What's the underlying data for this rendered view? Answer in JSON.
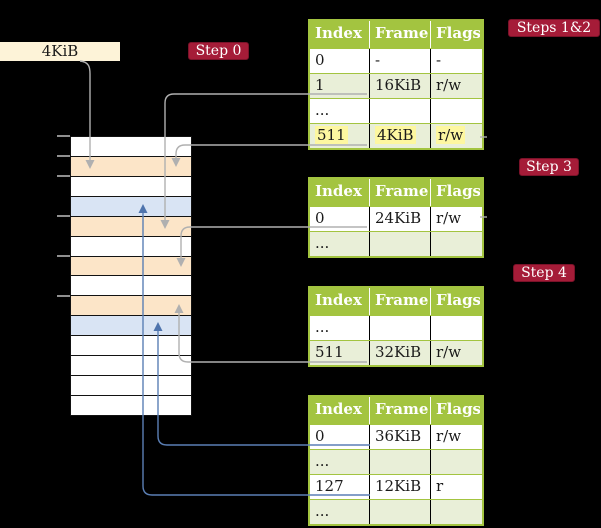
{
  "labels": {
    "size_box": "4KiB",
    "step0": "Step 0",
    "steps12": "Steps 1&2",
    "step3": "Step 3",
    "step4": "Step 4"
  },
  "colors": {
    "background": "#000000",
    "badge_red": "#a51c38",
    "table_header_green": "#a3c440",
    "table_row_green": "#e9efd8",
    "highlight_yellow": "#fdf7a0",
    "frame_orange": "#fce5c8",
    "frame_blue": "#d9e4f4",
    "label_cream": "#fdf3d8",
    "line_gray": "#b0b0b0",
    "line_blue": "#5b7fb5"
  },
  "memory": {
    "description": "physical memory frames, 4KiB per row, top = 0KiB",
    "rows": [
      {
        "type": "white"
      },
      {
        "type": "orange"
      },
      {
        "type": "white"
      },
      {
        "type": "blue"
      },
      {
        "type": "orange"
      },
      {
        "type": "white"
      },
      {
        "type": "orange"
      },
      {
        "type": "white"
      },
      {
        "type": "orange"
      },
      {
        "type": "blue"
      },
      {
        "type": "white"
      },
      {
        "type": "white"
      },
      {
        "type": "white"
      },
      {
        "type": "white"
      }
    ]
  },
  "tables": {
    "t1": {
      "headers": [
        "Index",
        "Frame",
        "Flags"
      ],
      "rows": [
        {
          "cells": [
            "0",
            "-",
            "-"
          ]
        },
        {
          "cells": [
            "1",
            "16KiB",
            "r/w"
          ]
        },
        {
          "cells": [
            "...",
            "",
            ""
          ]
        },
        {
          "cells": [
            "511",
            "4KiB",
            "r/w"
          ],
          "highlight": true
        }
      ]
    },
    "t2": {
      "headers": [
        "Index",
        "Frame",
        "Flags"
      ],
      "rows": [
        {
          "cells": [
            "0",
            "24KiB",
            "r/w"
          ]
        },
        {
          "cells": [
            "...",
            "",
            ""
          ]
        }
      ]
    },
    "t3": {
      "headers": [
        "Index",
        "Frame",
        "Flags"
      ],
      "rows": [
        {
          "cells": [
            "...",
            "",
            ""
          ]
        },
        {
          "cells": [
            "511",
            "32KiB",
            "r/w"
          ]
        }
      ]
    },
    "t4": {
      "headers": [
        "Index",
        "Frame",
        "Flags"
      ],
      "rows": [
        {
          "cells": [
            "0",
            "36KiB",
            "r/w"
          ]
        },
        {
          "cells": [
            "...",
            "",
            ""
          ]
        },
        {
          "cells": [
            "127",
            "12KiB",
            "r"
          ]
        },
        {
          "cells": [
            "...",
            "",
            ""
          ]
        }
      ]
    }
  }
}
